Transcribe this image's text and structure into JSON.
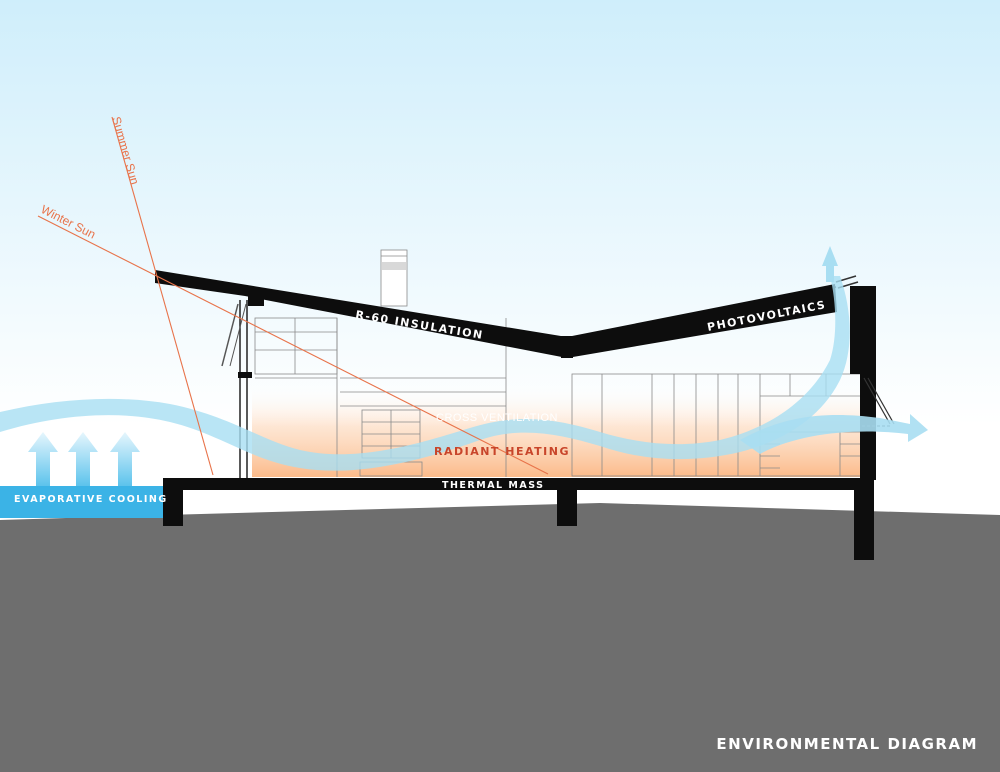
{
  "diagram": {
    "title": "ENVIRONMENTAL DIAGRAM",
    "labels": {
      "summer_sun": "Summer Sun",
      "winter_sun": "Winter Sun",
      "insulation": "R-60 INSULATION",
      "photovoltaics": "PHOTOVOLTAICS",
      "cross_ventilation": "CROSS VENTILATION",
      "radiant_heating": "RADIANT HEATING",
      "thermal_mass": "THERMAL MASS",
      "evaporative_cooling": "EVAPORATIVE COOLING"
    },
    "colors": {
      "sky_top": "#cfeefb",
      "ground": "#6e6e6e",
      "structure": "#0d0d0d",
      "sun_lines": "#e8734a",
      "airflow": "#9fd8ee",
      "heating": "#c8452a",
      "warm_glow": "#fbb784",
      "cooling_pool": "#3bb3e6"
    }
  }
}
